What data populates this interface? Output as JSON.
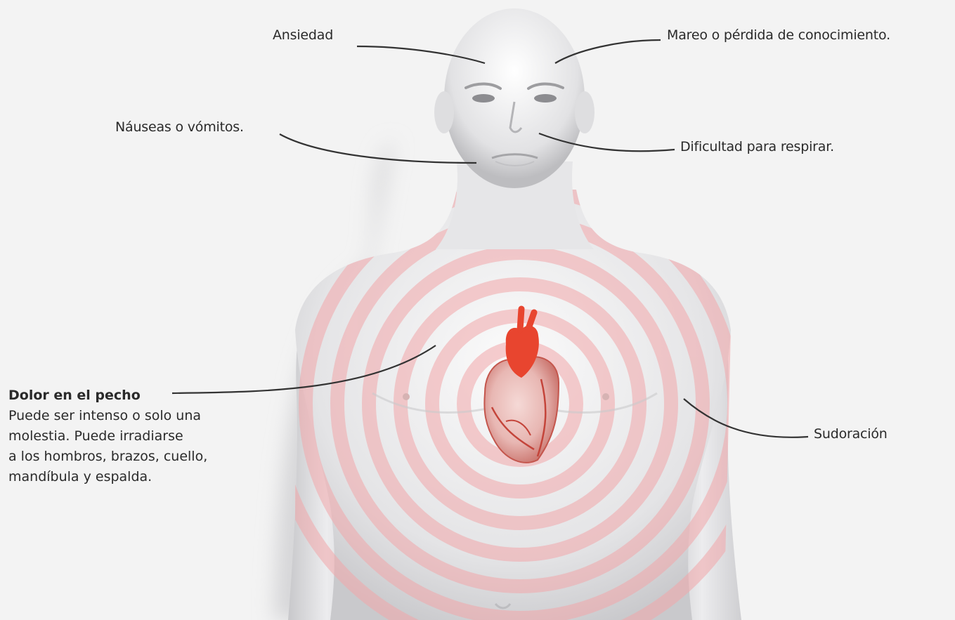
{
  "labels": {
    "anxiety": "Ansiedad",
    "dizziness": "Mareo o pérdida de conocimiento.",
    "nausea": "Náuseas o vómitos.",
    "breathing": "Dificultad para respirar.",
    "sweating": "Sudoración"
  },
  "chest_pain": {
    "title": "Dolor en el pecho",
    "description_lines": [
      "Puede ser intenso o solo una",
      "molestia. Puede irradiarse",
      "a los hombros, brazos, cuello,",
      "mandíbula y espalda."
    ]
  },
  "colors": {
    "background": "#f3f3f3",
    "skin": "#e9e9ea",
    "pain_rings": "#f2a7aa",
    "heart": "#e8452f",
    "leader_lines": "#333333"
  }
}
